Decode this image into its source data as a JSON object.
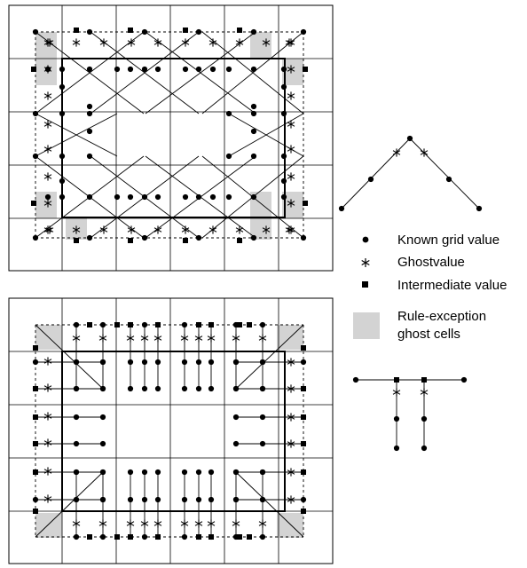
{
  "legend": {
    "known": "Known grid value",
    "ghost": "Ghostvalue",
    "intermediate": "Intermediate value",
    "exception_line1": "Rule-exception",
    "exception_line2": "ghost cells"
  },
  "colors": {
    "line": "#000000",
    "exception_fill": "#d3d3d3",
    "background": "#ffffff"
  },
  "icons": {
    "known": "filled-circle",
    "ghost": "asterisk",
    "intermediate": "filled-square",
    "exception": "gray-square"
  }
}
